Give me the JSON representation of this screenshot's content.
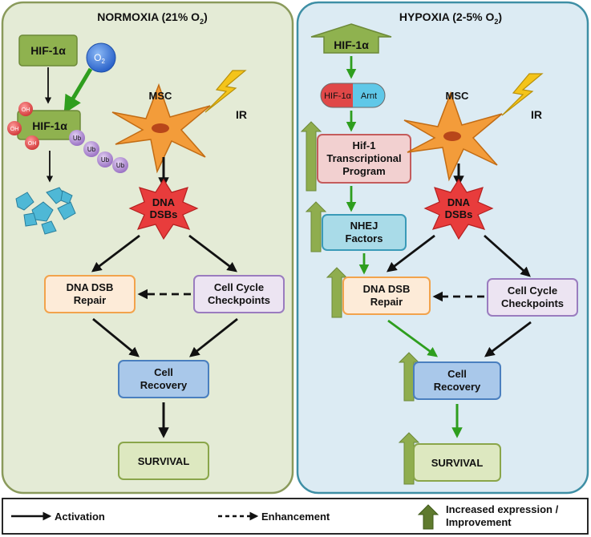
{
  "normoxia": {
    "title_main": "NORMOXIA (21% O",
    "title_sub": "2",
    "title_end": ")",
    "hif_top": "HIF-1α",
    "o2": "O",
    "o2_sub": "2",
    "hif_mid": "HIF-1α",
    "oh": "OH",
    "ub": "Ub",
    "msc": "MSC",
    "ir": "IR",
    "dna_line1": "DNA",
    "dna_line2": "DSBs",
    "repair_line1": "DNA DSB",
    "repair_line2": "Repair",
    "checkpoint_line1": "Cell Cycle",
    "checkpoint_line2": "Checkpoints",
    "recovery_line1": "Cell",
    "recovery_line2": "Recovery",
    "survival": "SURVIVAL"
  },
  "hypoxia": {
    "title_main": "HYPOXIA (2-5% O",
    "title_sub": "2",
    "title_end": ")",
    "hif_top": "HIF-1α",
    "hif_pill": "HIF-1α",
    "arnt_pill": "Arnt",
    "program_line1": "Hif-1",
    "program_line2": "Transcriptional",
    "program_line3": "Program",
    "nhej_line1": "NHEJ",
    "nhej_line2": "Factors",
    "msc": "MSC",
    "ir": "IR",
    "dna_line1": "DNA",
    "dna_line2": "DSBs",
    "repair_line1": "DNA DSB",
    "repair_line2": "Repair",
    "checkpoint_line1": "Cell Cycle",
    "checkpoint_line2": "Checkpoints",
    "recovery_line1": "Cell",
    "recovery_line2": "Recovery",
    "survival": "SURVIVAL"
  },
  "legend": {
    "activation": "Activation",
    "enhancement": "Enhancement",
    "increased_line1": "Increased expression /",
    "increased_line2": "Improvement"
  },
  "colors": {
    "normoxia_bg": "#e4ebd6",
    "normoxia_border": "#8a9a5b",
    "hypoxia_bg": "#dcebf3",
    "hypoxia_border": "#3e8fa5",
    "green_box": "#8fb24f",
    "green_arrow": "#2e9e1e",
    "up_arrow": "#8fad4e",
    "dna_star": "#e83c3c",
    "msc_cell": "#f39c3a",
    "bolt": "#f4c41a",
    "repair_fill": "#fdebd8",
    "repair_border": "#f2a34c",
    "checkpoint_fill": "#ece4f2",
    "checkpoint_border": "#9a7cbf",
    "recovery_fill": "#a9c8ea",
    "recovery_border": "#4a7fbf",
    "survival_fill": "#dde8c0",
    "survival_border": "#8aa64a",
    "program_fill": "#f2d0d0",
    "program_border": "#c45c5c",
    "nhej_fill": "#a9dbe8",
    "nhej_border": "#3a9ab8"
  }
}
